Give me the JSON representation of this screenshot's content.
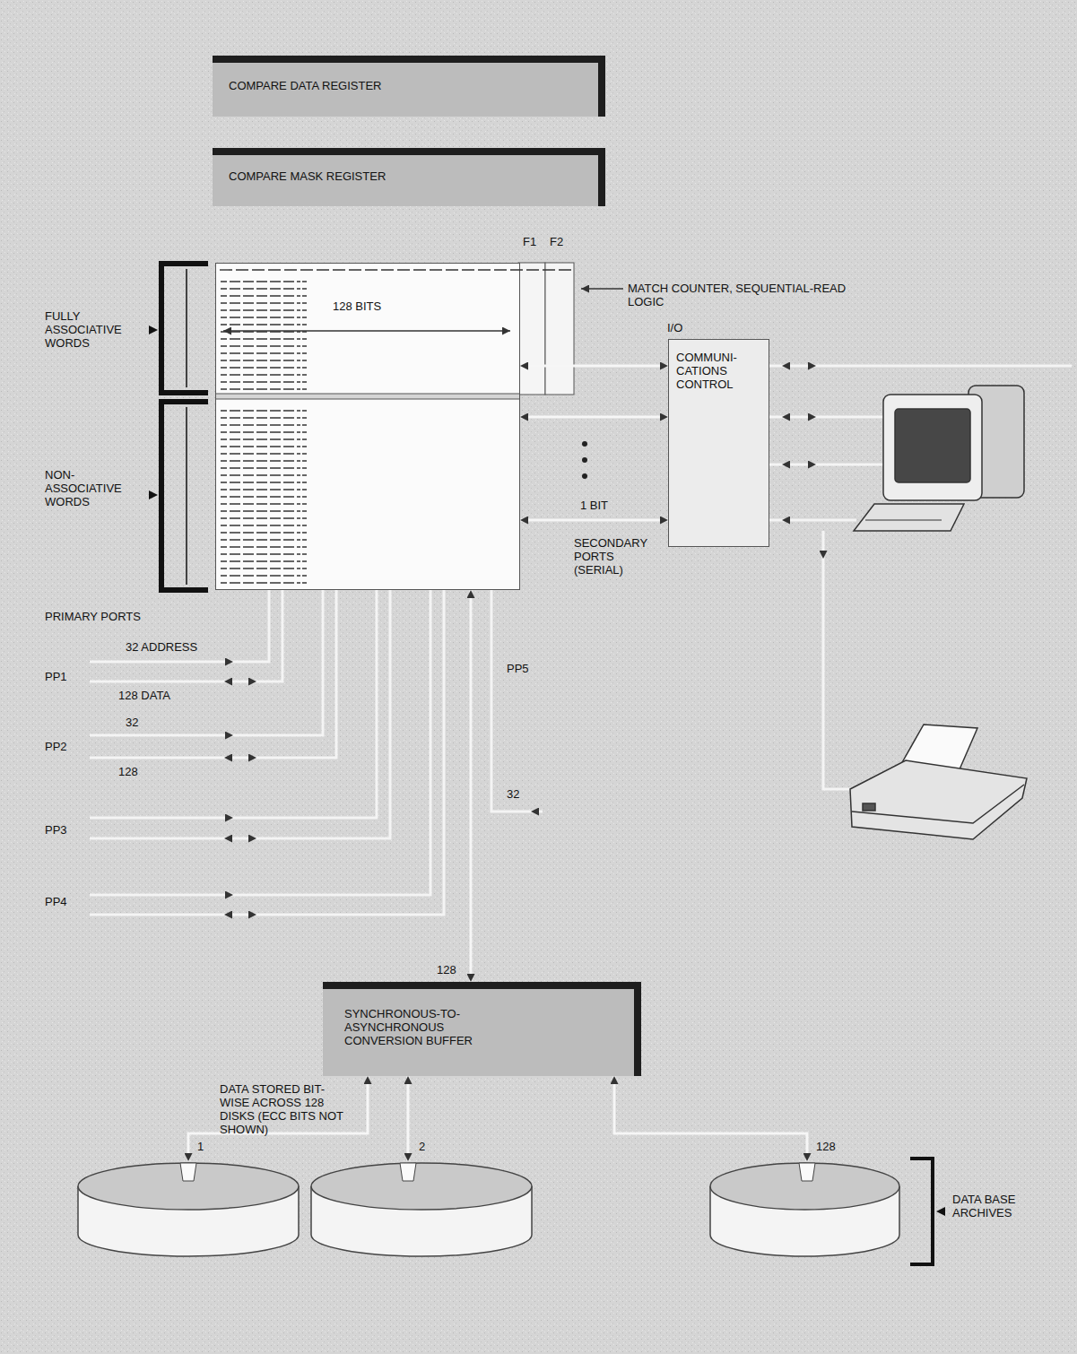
{
  "diagram": {
    "nodes": [
      {
        "text": [
          "COMPARE DATA REGISTER"
        ]
      },
      {
        "text": [
          "COMPARE MASK REGISTER"
        ]
      },
      {
        "text": [
          "128 BITS"
        ]
      },
      {
        "text": [
          "I/O",
          "COMMUNI- CATIONS CONTROL"
        ]
      },
      {
        "text": [
          "SYNCHRONOUS-TO- ASYNCHRONOUS CONVERSION BUFFER"
        ]
      },
      {
        "text": [
          "1"
        ]
      },
      {
        "text": [
          "2"
        ]
      },
      {
        "text": [
          "128"
        ]
      }
    ],
    "edges": [
      {
        "from": 2,
        "to": 3,
        "arrow": "both"
      },
      {
        "from": 2,
        "to": 3,
        "arrow": "both"
      },
      {
        "from": 2,
        "to": 3,
        "arrow": "both",
        "label": "1 BIT"
      },
      {
        "from": 4,
        "to": 2,
        "arrow": "both"
      },
      {
        "from": 4,
        "to": 5,
        "arrow": "both"
      },
      {
        "from": 4,
        "to": 6,
        "arrow": "both"
      },
      {
        "from": 4,
        "to": 7,
        "arrow": "both"
      }
    ],
    "labels": [
      "F1",
      "F2",
      "MATCH COUNTER, SEQUENTIAL-READ LOGIC",
      "FULLY ASSOCIATIVE WORDS",
      "NON-ASSOCIATIVE WORDS",
      "SECONDARY PORTS (SERIAL)",
      "PRIMARY PORTS",
      "32 ADDRESS",
      "PP1",
      "128 DATA",
      "32",
      "PP2",
      "128",
      "PP3",
      "PP4",
      "PP5",
      "32",
      "128",
      "DATA STORED BIT-WISE ACROSS 128 DISKS (ECC BITS NOT SHOWN)",
      "DATA BASE ARCHIVES"
    ]
  }
}
